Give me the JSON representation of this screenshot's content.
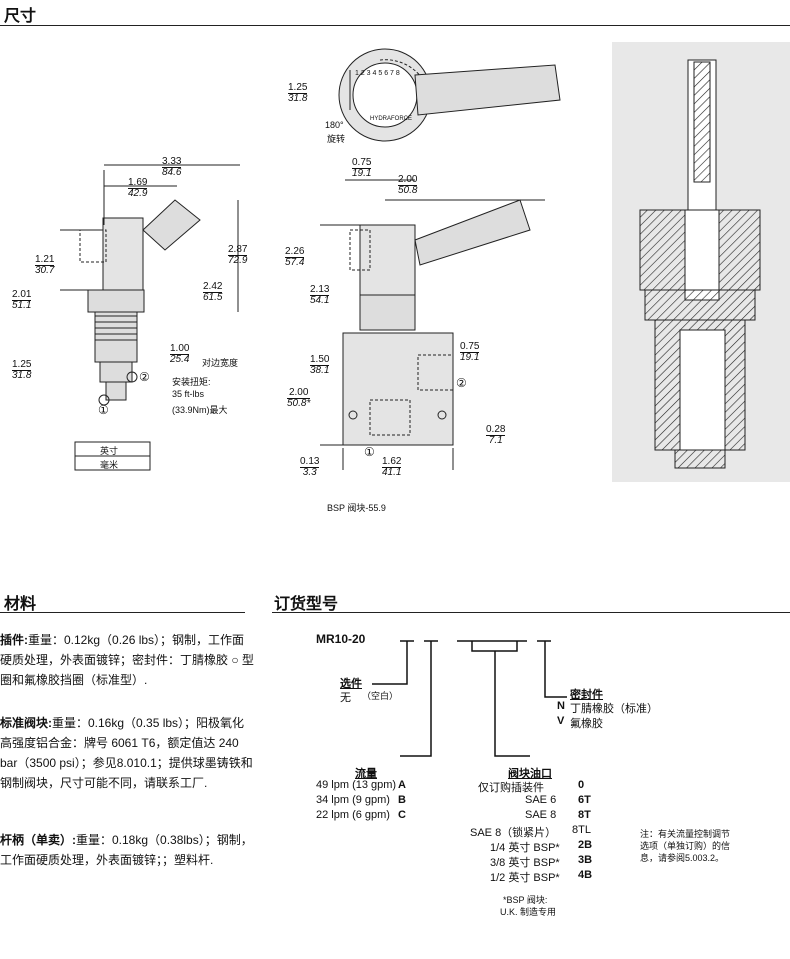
{
  "headings": {
    "dimensions": "尺寸",
    "materials": "材料",
    "ordering": "订货型号"
  },
  "dims_left": {
    "d_333": [
      "3.33",
      "84.6"
    ],
    "d_169": [
      "1.69",
      "42.9"
    ],
    "d_121": [
      "1.21",
      "30.7"
    ],
    "d_201": [
      "2.01",
      "51.1"
    ],
    "d_287": [
      "2.87",
      "72.9"
    ],
    "d_242": [
      "2.42",
      "61.5"
    ],
    "d_125": [
      "1.25",
      "31.8"
    ],
    "d_100": [
      "1.00",
      "25.4"
    ],
    "across_flats": "对边宽度",
    "torque_label": "安装扭矩:",
    "torque_val": "35 ft-lbs",
    "torque_nm": "(33.9Nm)最大",
    "port1": "①",
    "port2": "②",
    "legend_inch": "英寸",
    "legend_mm": "毫米"
  },
  "dims_top": {
    "d_125": [
      "1.25",
      "31.8"
    ],
    "rot": "180°",
    "rot_cn": "旋转",
    "d_075": [
      "0.75",
      "19.1"
    ],
    "d_200": [
      "2.00",
      "50.8"
    ],
    "dial_text": "HYDRAFORCE",
    "dial_nums": "1 2 3 4 5 6 7 8"
  },
  "dims_block": {
    "d_226": [
      "2.26",
      "57.4"
    ],
    "d_213": [
      "2.13",
      "54.1"
    ],
    "d_150": [
      "1.50",
      "38.1"
    ],
    "d_200": [
      "2.00",
      "50.8*"
    ],
    "d_075": [
      "0.75",
      "19.1"
    ],
    "d_028": [
      "0.28",
      "7.1"
    ],
    "d_013": [
      "0.13",
      "3.3"
    ],
    "d_162": [
      "1.62",
      "41.1"
    ],
    "port1": "①",
    "port2": "②",
    "caption": "BSP 阀块-55.9"
  },
  "materials": [
    {
      "label": "插件:",
      "text": "重量：0.12kg（0.26 lbs）；钢制，工作面硬质处理，外表面镀锌；密封件：丁腈橡胶 ○ 型圈和氟橡胶挡圈（标准型）."
    },
    {
      "label": "标准阀块:",
      "text": "重量：0.16kg（0.35 lbs）；阳极氧化高强度铝合金：牌号 6061 T6，额定值达 240 bar（3500 psi）；参见8.010.1；提供球墨铸铁和钢制阀块，尺寸可能不同，请联系工厂."
    },
    {
      "label": "杆柄（单卖）:",
      "text": "重量：0.18kg（0.38lbs）；钢制，工作面硬质处理，外表面镀锌；；塑料杆."
    }
  ],
  "ordering": {
    "model": "MR10-20",
    "option_title": "选件",
    "option_none": "无",
    "option_blank": "（空白）",
    "seal_title": "密封件",
    "seals": [
      {
        "code": "N",
        "desc": "丁腈橡胶（标准）"
      },
      {
        "code": "V",
        "desc": "氟橡胶"
      }
    ],
    "flow_title": "流量",
    "flows": [
      {
        "desc": "49 lpm (13 gpm)",
        "code": "A"
      },
      {
        "desc": "34 lpm (9 gpm)",
        "code": "B"
      },
      {
        "desc": "22 lpm (6 gpm)",
        "code": "C"
      }
    ],
    "port_title": "阀块油口",
    "ports": [
      {
        "desc": "仅订购插装件",
        "code": "0"
      },
      {
        "desc": "SAE 6",
        "code": "6T"
      },
      {
        "desc": "SAE 8",
        "code": "8T"
      },
      {
        "desc": "SAE 8（锁紧片）",
        "code": "8TL"
      },
      {
        "desc": "1/4 英寸 BSP*",
        "code": "2B"
      },
      {
        "desc": "3/8 英寸 BSP*",
        "code": "3B"
      },
      {
        "desc": "1/2 英寸 BSP*",
        "code": "4B"
      }
    ],
    "bsp_note1": "*BSP 阀块:",
    "bsp_note2": "U.K. 制造专用",
    "note": [
      "注：有关流量控制调节",
      "选项（单独订购）的信",
      "息，请参阅5.003.2。"
    ]
  }
}
